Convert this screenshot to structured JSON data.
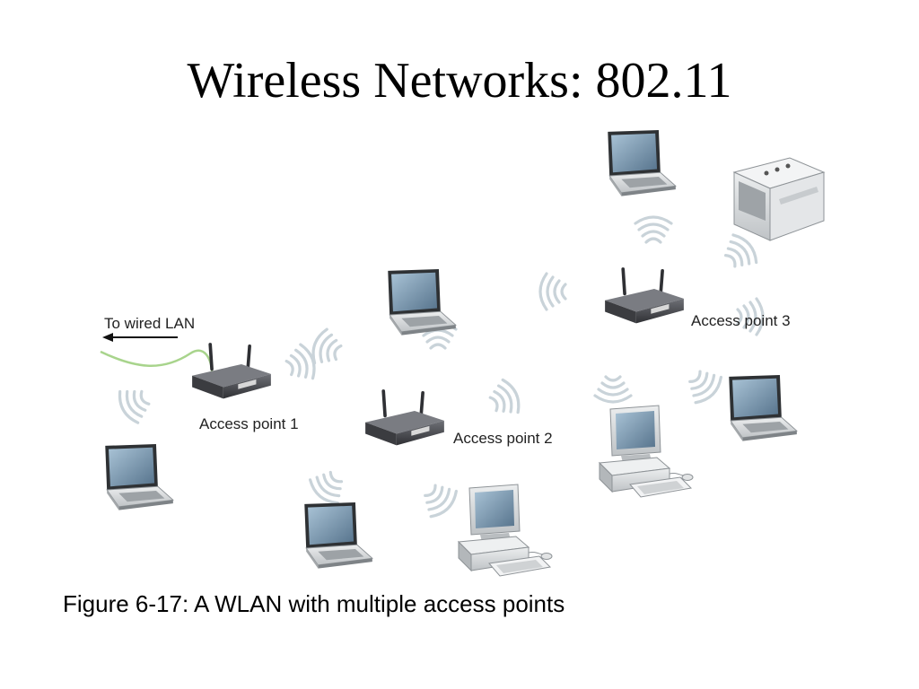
{
  "slide": {
    "title": "Wireless Networks: 802.11",
    "caption": "Figure 6-17: A WLAN with multiple access points"
  },
  "diagram": {
    "labels": {
      "wired_lan": "To wired LAN",
      "ap1": "Access point 1",
      "ap2": "Access point 2",
      "ap3": "Access point 3"
    },
    "colors": {
      "lan_cable": "#a8d48c",
      "wave": "#c9d3d9",
      "device_body": "#d6d8da",
      "screen": "#7f9fb7",
      "router": "#4a4c52"
    }
  }
}
